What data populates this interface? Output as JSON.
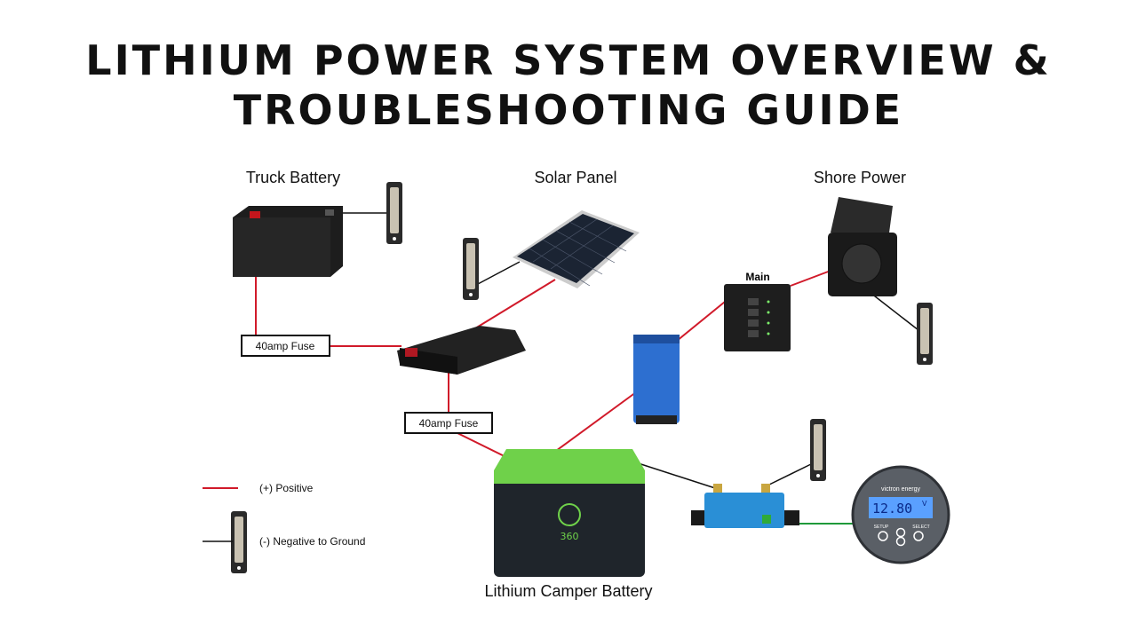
{
  "title": {
    "line1": "LITHIUM POWER SYSTEM OVERVIEW &",
    "line2": "TROUBLESHOOTING GUIDE"
  },
  "components": {
    "truck_battery": "Truck Battery",
    "solar_panel": "Solar Panel",
    "shore_power": "Shore Power",
    "main_panel": "Main",
    "lithium_battery": "Lithium Camper Battery",
    "lithium_battery_logo": "360",
    "fuse_1": "40amp Fuse",
    "fuse_2": "40amp Fuse",
    "monitor_brand": "victron energy",
    "monitor_reading": "12.80",
    "monitor_unit": "V",
    "monitor_setup": "SETUP",
    "monitor_select": "SELECT"
  },
  "legend": {
    "positive": "(+) Positive",
    "negative": "(-) Negative to Ground"
  },
  "colors": {
    "positive": "#d11a2a",
    "negative": "#111111",
    "data_cable": "#1f9a3a",
    "battery_green": "#6fd14a",
    "victron_blue": "#2d6fd0"
  }
}
